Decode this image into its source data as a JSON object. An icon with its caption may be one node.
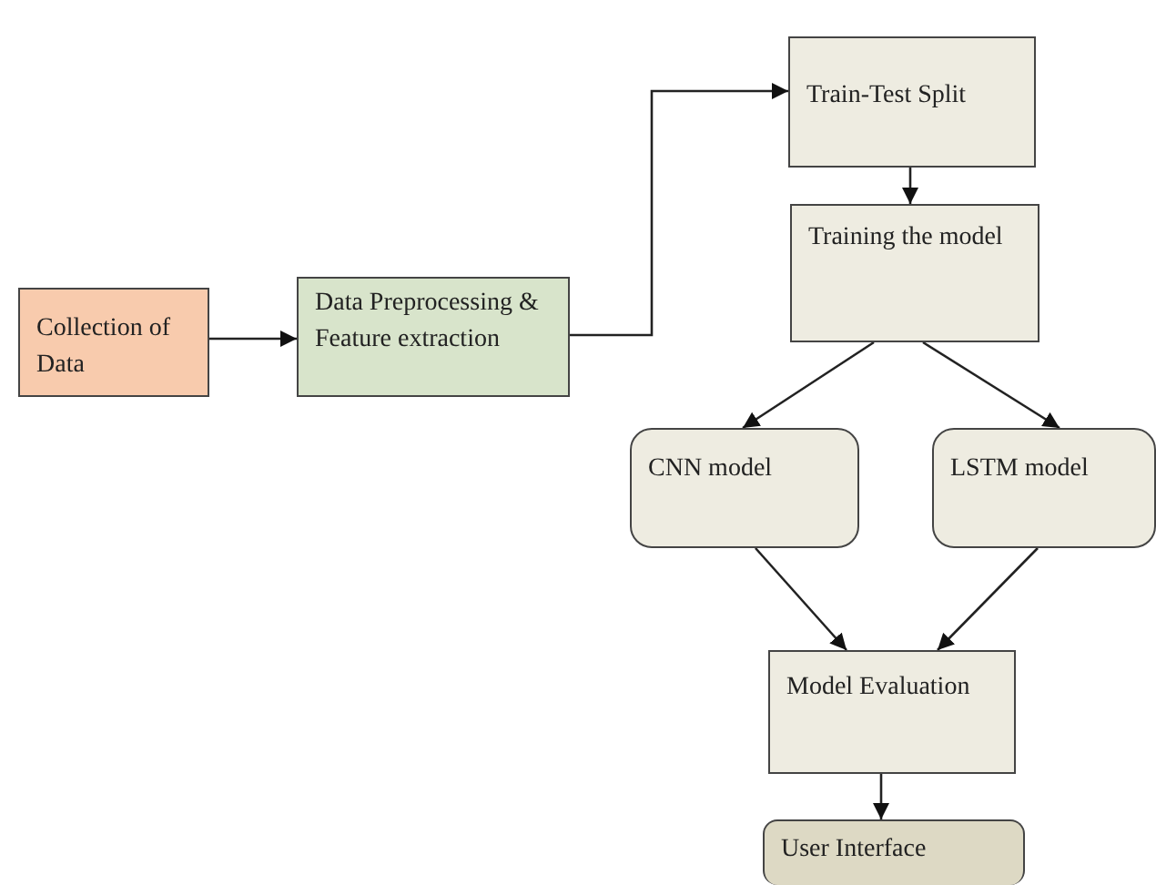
{
  "diagram": {
    "nodes": [
      {
        "text": [
          "Collection of Data"
        ]
      },
      {
        "text": [
          "Data Preprocessing & Feature extraction"
        ]
      },
      {
        "text": [
          "Train-Test Split"
        ]
      },
      {
        "text": [
          "Training the model"
        ]
      },
      {
        "text": [
          "CNN model"
        ]
      },
      {
        "text": [
          "LSTM model"
        ]
      },
      {
        "text": [
          "Model Evaluation"
        ]
      },
      {
        "text": [
          "User Interface"
        ]
      }
    ],
    "edges": [
      {
        "from": 0,
        "to": 1,
        "arrow": "to"
      },
      {
        "from": 1,
        "to": 2,
        "arrow": "to"
      },
      {
        "from": 2,
        "to": 3,
        "arrow": "to"
      },
      {
        "from": 3,
        "to": 4,
        "arrow": "to"
      },
      {
        "from": 3,
        "to": 5,
        "arrow": "to"
      },
      {
        "from": 4,
        "to": 6,
        "arrow": "to"
      },
      {
        "from": 5,
        "to": 6,
        "arrow": "to"
      },
      {
        "from": 6,
        "to": 7,
        "arrow": "to"
      }
    ]
  }
}
